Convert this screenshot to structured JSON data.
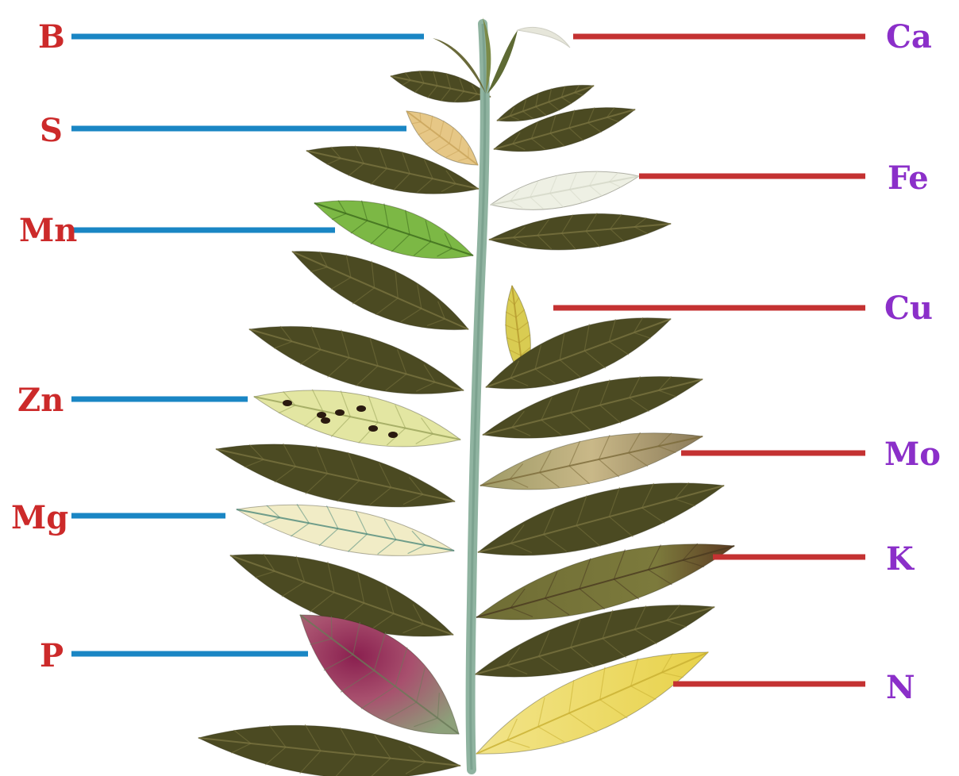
{
  "labels_left": [
    {
      "text": "B",
      "color": "#cc2a2a"
    },
    {
      "text": "S",
      "color": "#cc2a2a"
    },
    {
      "text": "Mn",
      "color": "#cc2a2a"
    },
    {
      "text": "Zn",
      "color": "#cc2a2a"
    },
    {
      "text": "Mg",
      "color": "#cc2a2a"
    },
    {
      "text": "P",
      "color": "#cc2a2a"
    }
  ],
  "labels_right": [
    {
      "text": "Ca",
      "color": "#8b2fc9"
    },
    {
      "text": "Fe",
      "color": "#8b2fc9"
    },
    {
      "text": "Cu",
      "color": "#8b2fc9"
    },
    {
      "text": "Mo",
      "color": "#8b2fc9"
    },
    {
      "text": "K",
      "color": "#8b2fc9"
    },
    {
      "text": "N",
      "color": "#8b2fc9"
    }
  ],
  "line_colors": {
    "left": "#1a86c4",
    "right": "#c43232"
  },
  "colors": {
    "stem": "#8fb3a0",
    "healthy_leaf": "#4b4a22",
    "healthy_vein": "#7a7440"
  }
}
